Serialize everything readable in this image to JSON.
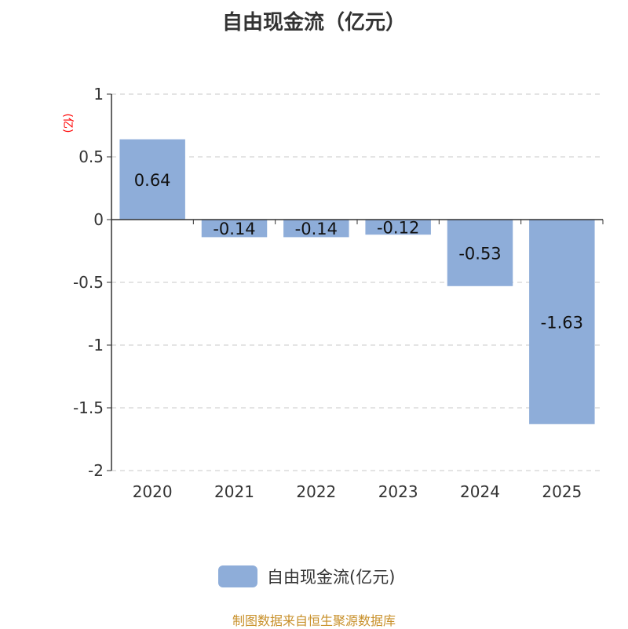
{
  "chart_data": {
    "type": "bar",
    "title": "自由现金流（亿元）",
    "ylabel": "(亿)",
    "xlabel": "",
    "categories": [
      "2020",
      "2021",
      "2022",
      "2023",
      "2024",
      "2025"
    ],
    "values": [
      0.64,
      -0.14,
      -0.14,
      -0.12,
      -0.53,
      -1.63
    ],
    "data_labels": [
      "0.64",
      "-0.14",
      "-0.14",
      "-0.12",
      "-0.53",
      "-1.63"
    ],
    "ylim": [
      -2,
      1
    ],
    "yticks": [
      1,
      0.5,
      0,
      -0.5,
      -1,
      -1.5,
      -2
    ],
    "ytick_labels": [
      "1",
      "0.5",
      "0",
      "-0.5",
      "-1",
      "-1.5",
      "-2"
    ],
    "grid": true,
    "legend": {
      "label": "自由现金流(亿元)",
      "placement": "bottom"
    },
    "bar_color": "#8eadd9",
    "ylabel_color": "#ff0000"
  },
  "source": "制图数据来自恒生聚源数据库"
}
